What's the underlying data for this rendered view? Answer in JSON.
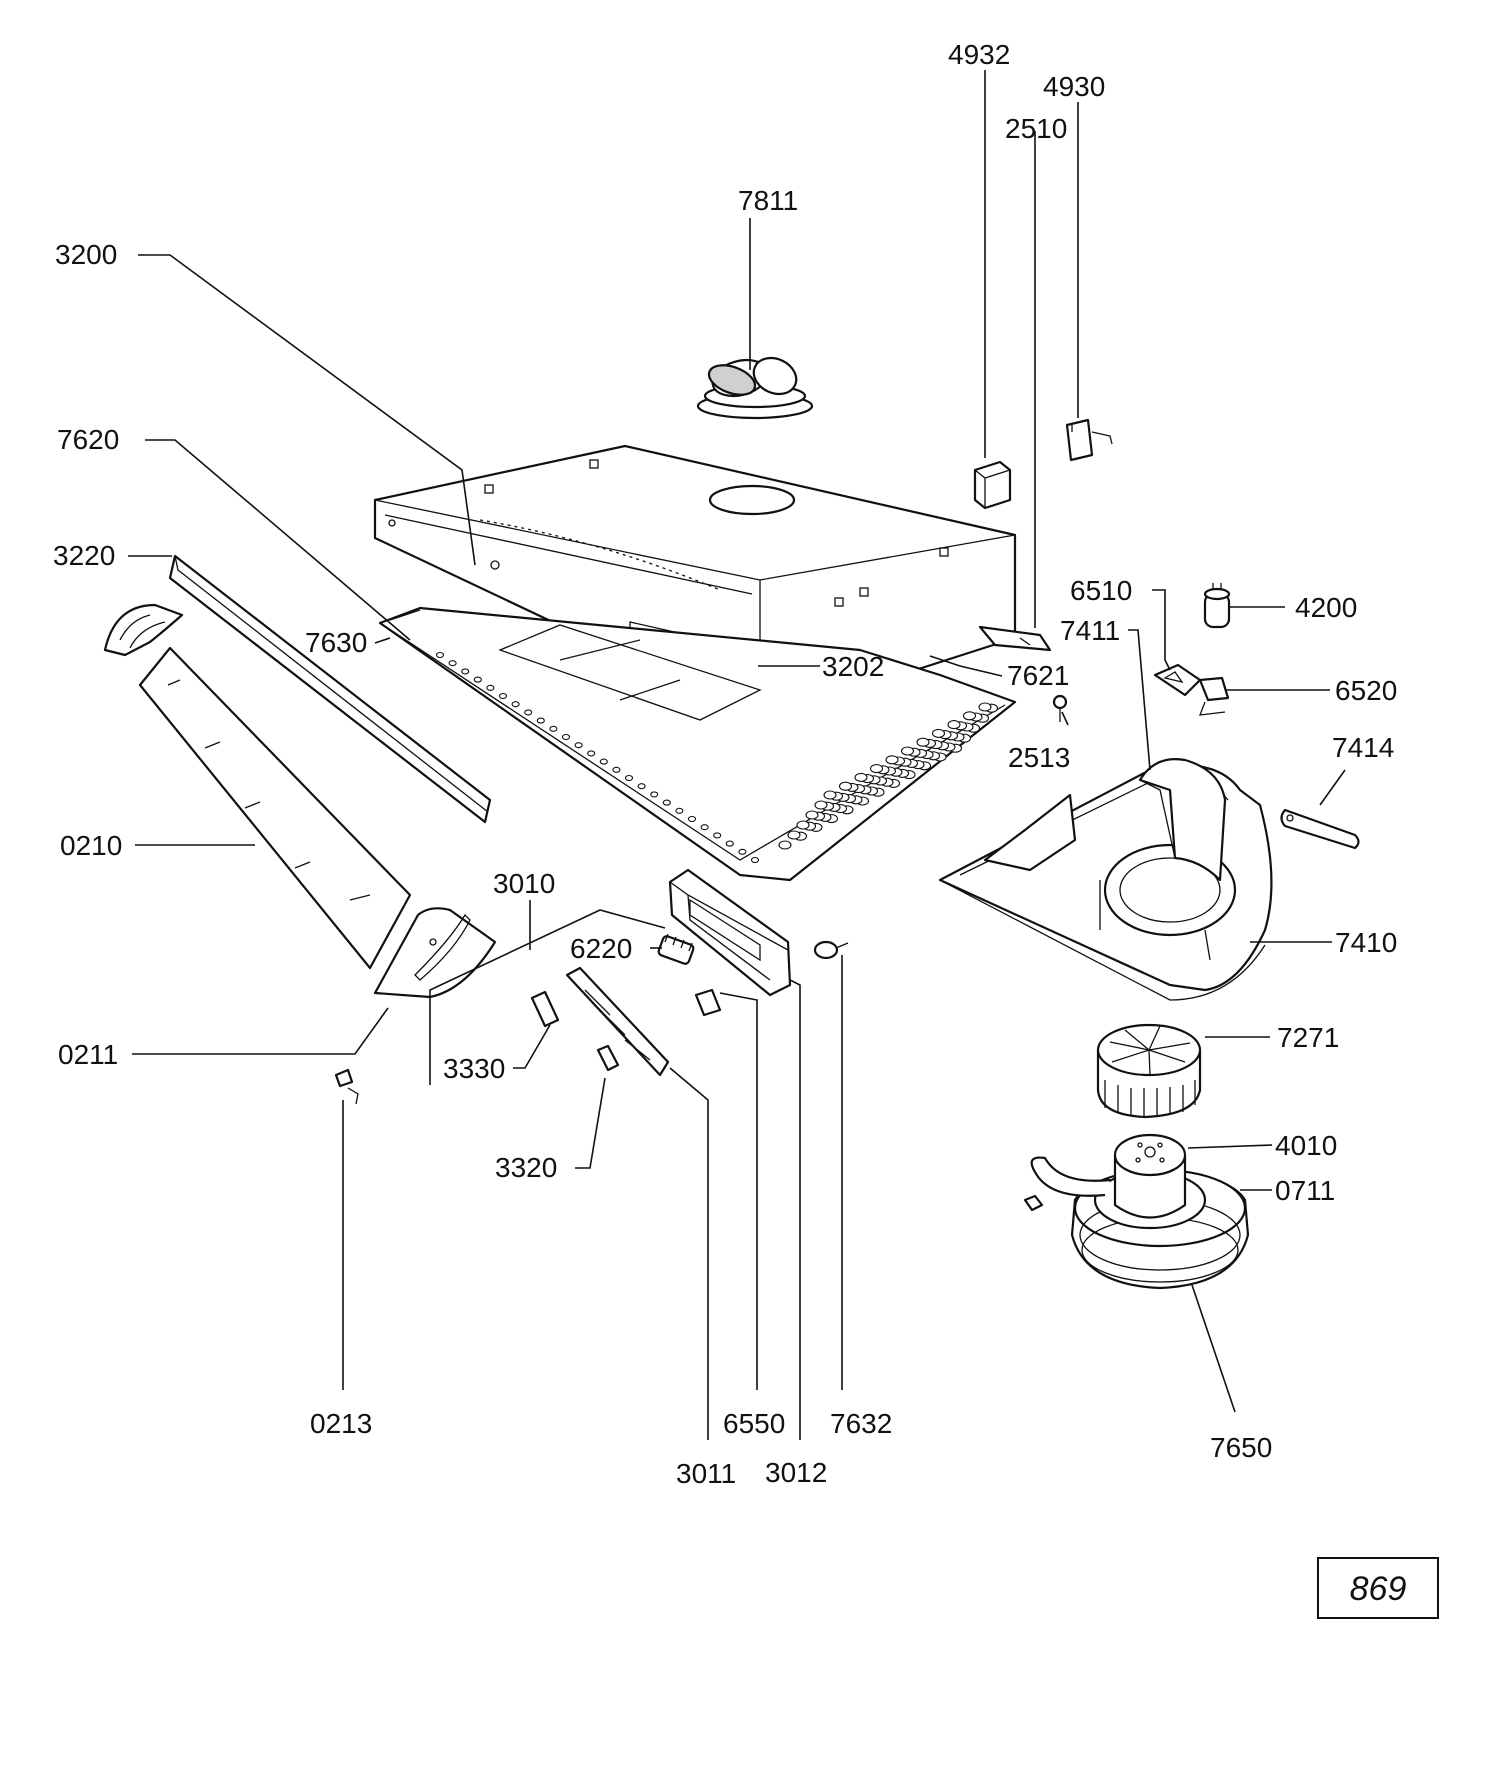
{
  "diagram": {
    "page_number": "869",
    "labels": {
      "p4932": "4932",
      "p4930": "4930",
      "p2510": "2510",
      "p7811": "7811",
      "p3200": "3200",
      "p7620": "7620",
      "p3220": "3220",
      "p6510": "6510",
      "p4200": "4200",
      "p7630": "7630",
      "p7411": "7411",
      "p3202": "3202",
      "p7621": "7621",
      "p6520": "6520",
      "p2513": "2513",
      "p7414": "7414",
      "p0210": "0210",
      "p3010": "3010",
      "p7410": "7410",
      "p6220": "6220",
      "p7271": "7271",
      "p0211": "0211",
      "p3330": "3330",
      "p4010": "4010",
      "p0711": "0711",
      "p3320": "3320",
      "p0213": "0213",
      "p6550": "6550",
      "p7632": "7632",
      "p7650": "7650",
      "p3011": "3011",
      "p3012": "3012"
    }
  }
}
